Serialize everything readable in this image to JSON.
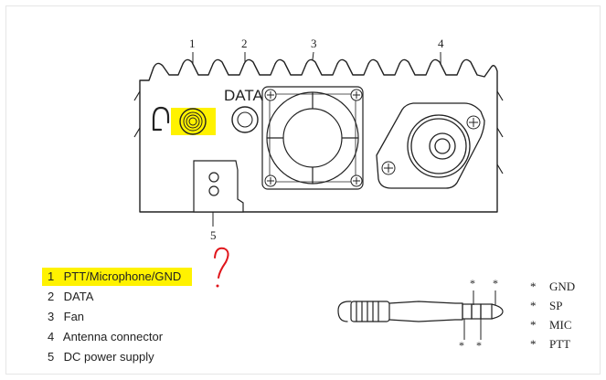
{
  "callouts": [
    "1",
    "2",
    "3",
    "4",
    "5"
  ],
  "front_panel": {
    "data_label": "DATA"
  },
  "annotation": {
    "mark": "?",
    "highlight_color": "#fff200",
    "mark_color": "#e0151b"
  },
  "legend": [
    {
      "n": "1",
      "label": "PTT/Microphone/GND"
    },
    {
      "n": "2",
      "label": "DATA"
    },
    {
      "n": "3",
      "label": "Fan"
    },
    {
      "n": "4",
      "label": "Antenna connector"
    },
    {
      "n": "5",
      "label": "DC power supply"
    }
  ],
  "plug_pins": [
    {
      "marker": "*",
      "label": "GND"
    },
    {
      "marker": "*",
      "label": "SP"
    },
    {
      "marker": "*",
      "label": "MIC"
    },
    {
      "marker": "*",
      "label": "PTT"
    }
  ],
  "plug_markers": [
    "*",
    "*",
    "*",
    "*"
  ]
}
